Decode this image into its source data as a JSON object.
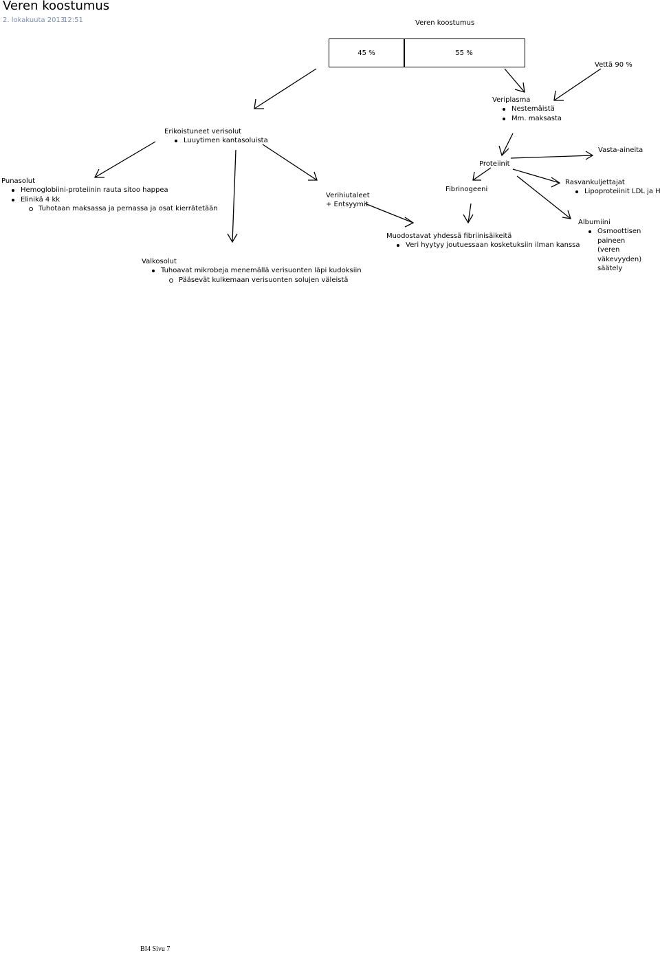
{
  "page": {
    "title": "Veren koostumus",
    "date": "2. lokakuuta 2013",
    "time": "12:51",
    "footer": "BI4 Sivu 7"
  },
  "diagram": {
    "heading": "Veren koostumus",
    "ratio_left": "45 %",
    "ratio_right": "55 %",
    "water": "Vettä 90 %",
    "veriplasma": {
      "title": "Veriplasma",
      "items": [
        "Nestemäistä",
        "Mm. maksasta"
      ]
    },
    "erikoistuneet": {
      "title": "Erikoistuneet verisolut",
      "items": [
        "Luuytimen kantasoluista"
      ]
    },
    "vasta_aineita": "Vasta-aineita",
    "proteiinit": "Proteiinit",
    "punasolut": {
      "title": "Punasolut",
      "items": [
        "Hemoglobiini-proteiinin rauta sitoo happea",
        "Elinikä 4 kk"
      ],
      "subitems": [
        "Tuhotaan maksassa ja pernassa ja osat kierrätetään"
      ]
    },
    "verihiutaleet": {
      "line1": "Verihiutaleet",
      "line2": "+ Entsyymit"
    },
    "fibrinogeeni": "Fibrinogeeni",
    "rasvankuljettajat": {
      "title": "Rasvankuljettajat",
      "items": [
        "Lipoproteiinit LDL ja HDL"
      ]
    },
    "albumiini": {
      "title": "Albumiini",
      "item_lines": [
        "Osmoottisen",
        "paineen",
        "(veren",
        "väkevyyden)",
        "säätely"
      ]
    },
    "muodostavat": {
      "title": "Muodostavat yhdessä fibriinisäikeitä",
      "items": [
        "Veri hyytyy joutuessaan kosketuksiin ilman kanssa"
      ]
    },
    "valkosolut": {
      "title": "Valkosolut",
      "items": [
        "Tuhoavat mikrobeja menemällä verisuonten läpi kudoksiin"
      ],
      "subitems": [
        "Pääsevät kulkemaan verisuonten solujen väleistä"
      ]
    }
  }
}
